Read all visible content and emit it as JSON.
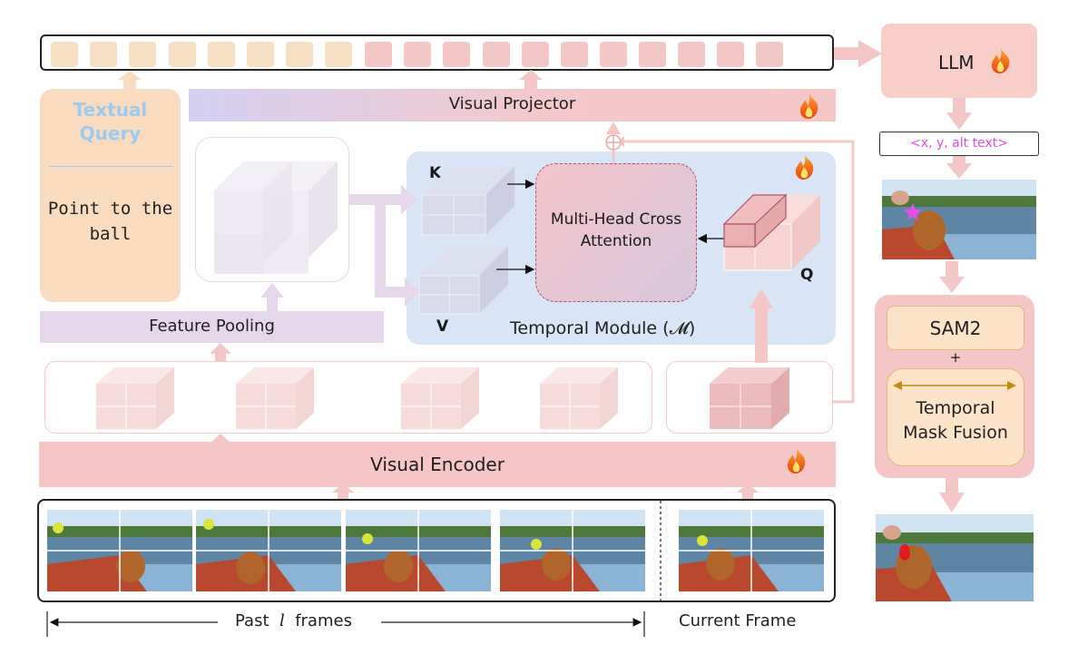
{
  "token_bar": {
    "text_tokens": 8,
    "visual_tokens": 11
  },
  "textual_query": {
    "title": "Textual Query",
    "text": "Point to the ball"
  },
  "visual_projector": {
    "label": "Visual Projector"
  },
  "feature_pooling": {
    "label": "Feature Pooling"
  },
  "temporal_module": {
    "label": "Temporal Module (𝓜)",
    "k": "K",
    "v": "V",
    "q": "Q",
    "attention": "Multi-Head Cross Attention"
  },
  "visual_encoder": {
    "label": "Visual Encoder"
  },
  "frames": {
    "past_label_prefix": "Past",
    "past_label_var": "l",
    "past_label_suffix": "frames",
    "current_label": "Current Frame"
  },
  "llm": {
    "label": "LLM"
  },
  "output_format": {
    "text": "<x, y, alt text>"
  },
  "sam": {
    "label": "SAM2",
    "plus": "+",
    "fusion": "Temporal Mask Fusion"
  },
  "colors": {
    "pink": "#f4c6c6",
    "peach": "#f9dcbf",
    "lavender": "#e5d6ea",
    "temporal_bg": "#d9e5f6",
    "query_title": "#9ec9f0",
    "coords_text": "#e04de0"
  },
  "icons": [
    "fire-icon",
    "add-circle-icon",
    "star-marker-icon"
  ]
}
